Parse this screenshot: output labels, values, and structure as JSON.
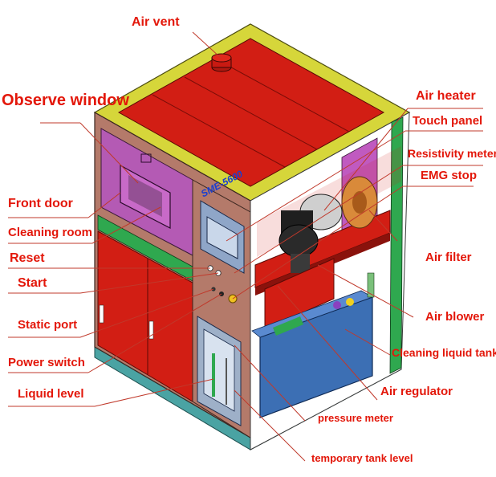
{
  "model_label": "SME-5600",
  "labels": {
    "air_vent": "Air vent",
    "observe_window": "Observe window",
    "front_door": "Front door",
    "cleaning_room": "Cleaning room",
    "reset": "Reset",
    "start": "Start",
    "static_port": "Static port",
    "power_switch": "Power switch",
    "liquid_level": "Liquid level",
    "air_heater": "Air heater",
    "touch_panel": "Touch panel",
    "resistivity_meter": "Resistivity meter",
    "emg_stop": "EMG stop",
    "air_filter": "Air filter",
    "air_blower": "Air blower",
    "cleaning_liquid_tank": "Cleaning liquid tank",
    "air_regulator": "Air regulator",
    "pressure_meter": "pressure meter",
    "temporary_tank_level": "temporary tank level"
  },
  "colors": {
    "label_red": "#e3170a",
    "leader_line": "#c0392b",
    "frame_yellow": "#d6d63a",
    "top_red": "#d21e14",
    "front_brown": "#b47a6a",
    "door_purple": "#b45ab4",
    "panel_blue": "#8fa6c8",
    "tank_blue": "#3c6fb4",
    "base_teal": "#4aa3a3",
    "green": "#2fa84f"
  }
}
